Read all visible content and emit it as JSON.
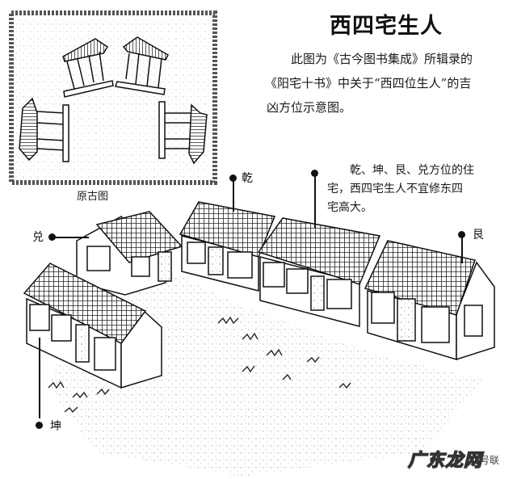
{
  "header": {
    "title": "西四宅生人"
  },
  "description": {
    "paragraph_1": "此图为《古今图书集成》所辑录的《阳宅十书》中关于“西四位生人”的吉凶方位示意图。",
    "paragraph_1_lines": [
      "　　此图为《古今图书集成》所辑录的",
      "《阳宅十书》中关于“西四位生人”的吉",
      "凶方位示意图。"
    ],
    "paragraph_2_lines": [
      "　　乾、坤、艮、兑方位的住",
      "宅，西四宅生人不宜修东四",
      "宅高大。"
    ]
  },
  "inset_figure": {
    "caption": "原古图"
  },
  "direction_labels": {
    "qian": "乾",
    "kun": "坤",
    "gen": "艮",
    "dui": "兑"
  },
  "watermark": {
    "brand": "广东龙网",
    "suffix": "号联"
  },
  "colors": {
    "ink": "#111111",
    "paper": "#ffffff",
    "stipple": "#9a9a9a"
  }
}
